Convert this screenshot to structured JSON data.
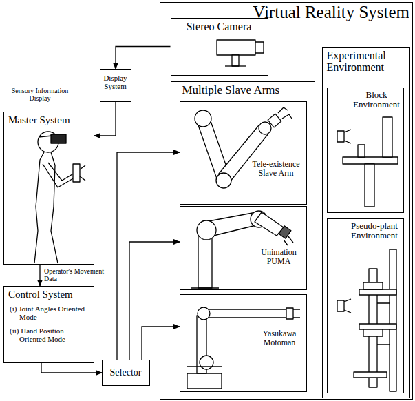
{
  "diagram": {
    "nodes": [
      {
        "text": [
          "Virtual Reality System"
        ]
      },
      {
        "text": [
          "Stereo Camera"
        ],
        "in": 0
      },
      {
        "text": [
          "Multiple Slave Arms"
        ],
        "in": 0
      },
      {
        "text": [
          "Tele-existence Slave Arm"
        ],
        "in": 2
      },
      {
        "text": [
          "Unimation PUMA"
        ],
        "in": 2
      },
      {
        "text": [
          "Yasukawa Motoman"
        ],
        "in": 2
      },
      {
        "text": [
          "Experimental Environment"
        ],
        "in": 0
      },
      {
        "text": [
          "Block Environment"
        ],
        "in": 6
      },
      {
        "text": [
          "Pseudo-plant Environment"
        ],
        "in": 6
      },
      {
        "text": [
          "Display System"
        ]
      },
      {
        "text": [
          "Master System"
        ]
      },
      {
        "text": [
          "Control System",
          "(i) Joint Angles Oriented Mode",
          "(ii) Hand Position Oriented Mode"
        ]
      },
      {
        "text": [
          "Selector"
        ]
      }
    ],
    "edges": [
      {
        "from": 1,
        "to": 9,
        "arrow": "to"
      },
      {
        "from": 9,
        "to": 10,
        "arrow": "to"
      },
      {
        "from": 10,
        "to": 11,
        "arrow": "to"
      },
      {
        "from": 11,
        "to": 12,
        "arrow": "to"
      },
      {
        "from": 12,
        "to": 3,
        "arrow": "to"
      },
      {
        "from": 12,
        "to": 4,
        "arrow": "to"
      },
      {
        "from": 12,
        "to": 5,
        "arrow": "to"
      }
    ],
    "labels": [
      "Sensory Information Display",
      "Operator's Movement Data"
    ]
  }
}
